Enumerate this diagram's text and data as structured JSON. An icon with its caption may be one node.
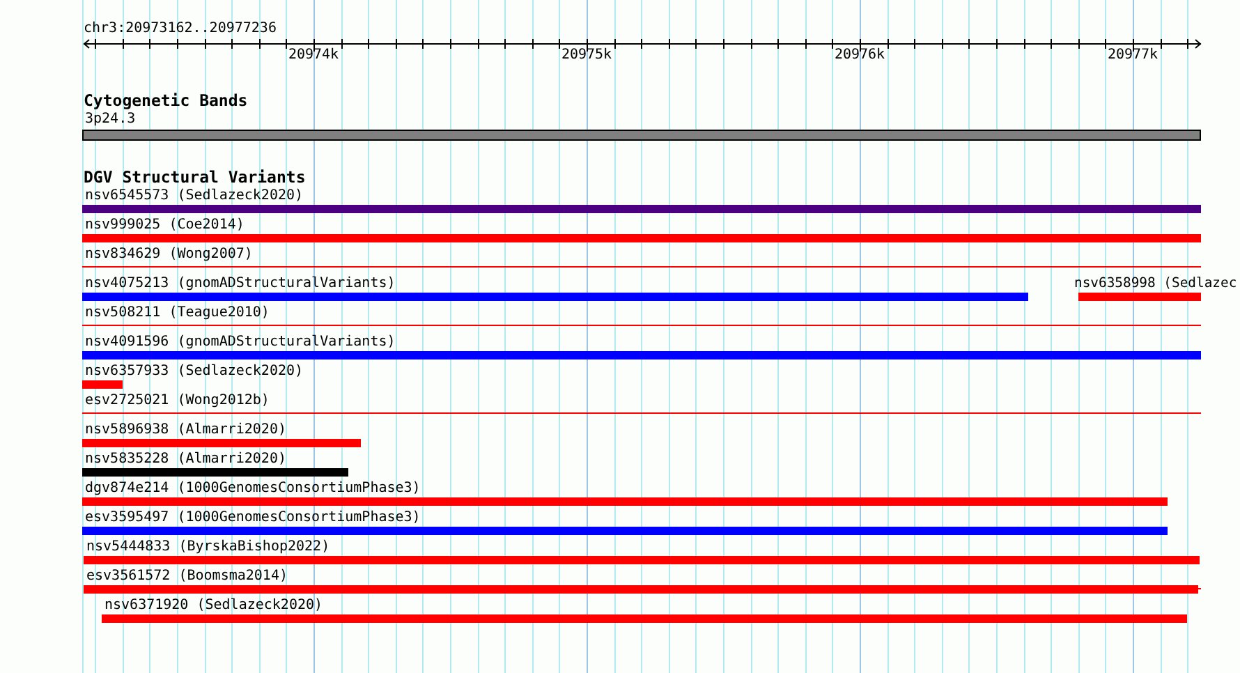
{
  "diagram": {
    "nodes": [
      {
        "text": [
          "3p24.3"
        ]
      },
      {
        "text": [
          "nsv6545573 (Sedlazeck2020)"
        ]
      },
      {
        "text": [
          "nsv999025 (Coe2014)"
        ]
      },
      {
        "text": [
          "nsv834629 (Wong2007)"
        ]
      },
      {
        "text": [
          "nsv4075213 (gnomADStructuralVariants)"
        ]
      },
      {
        "text": [
          "nsv6358998 (Sedlazec"
        ]
      },
      {
        "text": [
          "nsv508211 (Teague2010)"
        ]
      },
      {
        "text": [
          "nsv4091596 (gnomADStructuralVariants)"
        ]
      },
      {
        "text": [
          "nsv6357933 (Sedlazeck2020)"
        ]
      },
      {
        "text": [
          "esv2725021 (Wong2012b)"
        ]
      },
      {
        "text": [
          "nsv5896938 (Almarri2020)"
        ]
      },
      {
        "text": [
          "nsv5835228 (Almarri2020)"
        ]
      },
      {
        "text": [
          "dgv874e214 (1000GenomesConsortiumPhase3)"
        ]
      },
      {
        "text": [
          "esv3595497 (1000GenomesConsortiumPhase3)"
        ]
      },
      {
        "text": [
          "nsv5444833 (ByrskaBishop2022)"
        ]
      },
      {
        "text": [
          "esv3561572 (Boomsma2014)"
        ]
      },
      {
        "text": [
          "nsv6371920 (Sedlazeck2020)"
        ]
      }
    ],
    "labels": [
      "chr3:20973162..20977236",
      "20974k",
      "20975k",
      "20976k",
      "20977k",
      "Cytogenetic Bands",
      "DGV Structural Variants"
    ]
  }
}
